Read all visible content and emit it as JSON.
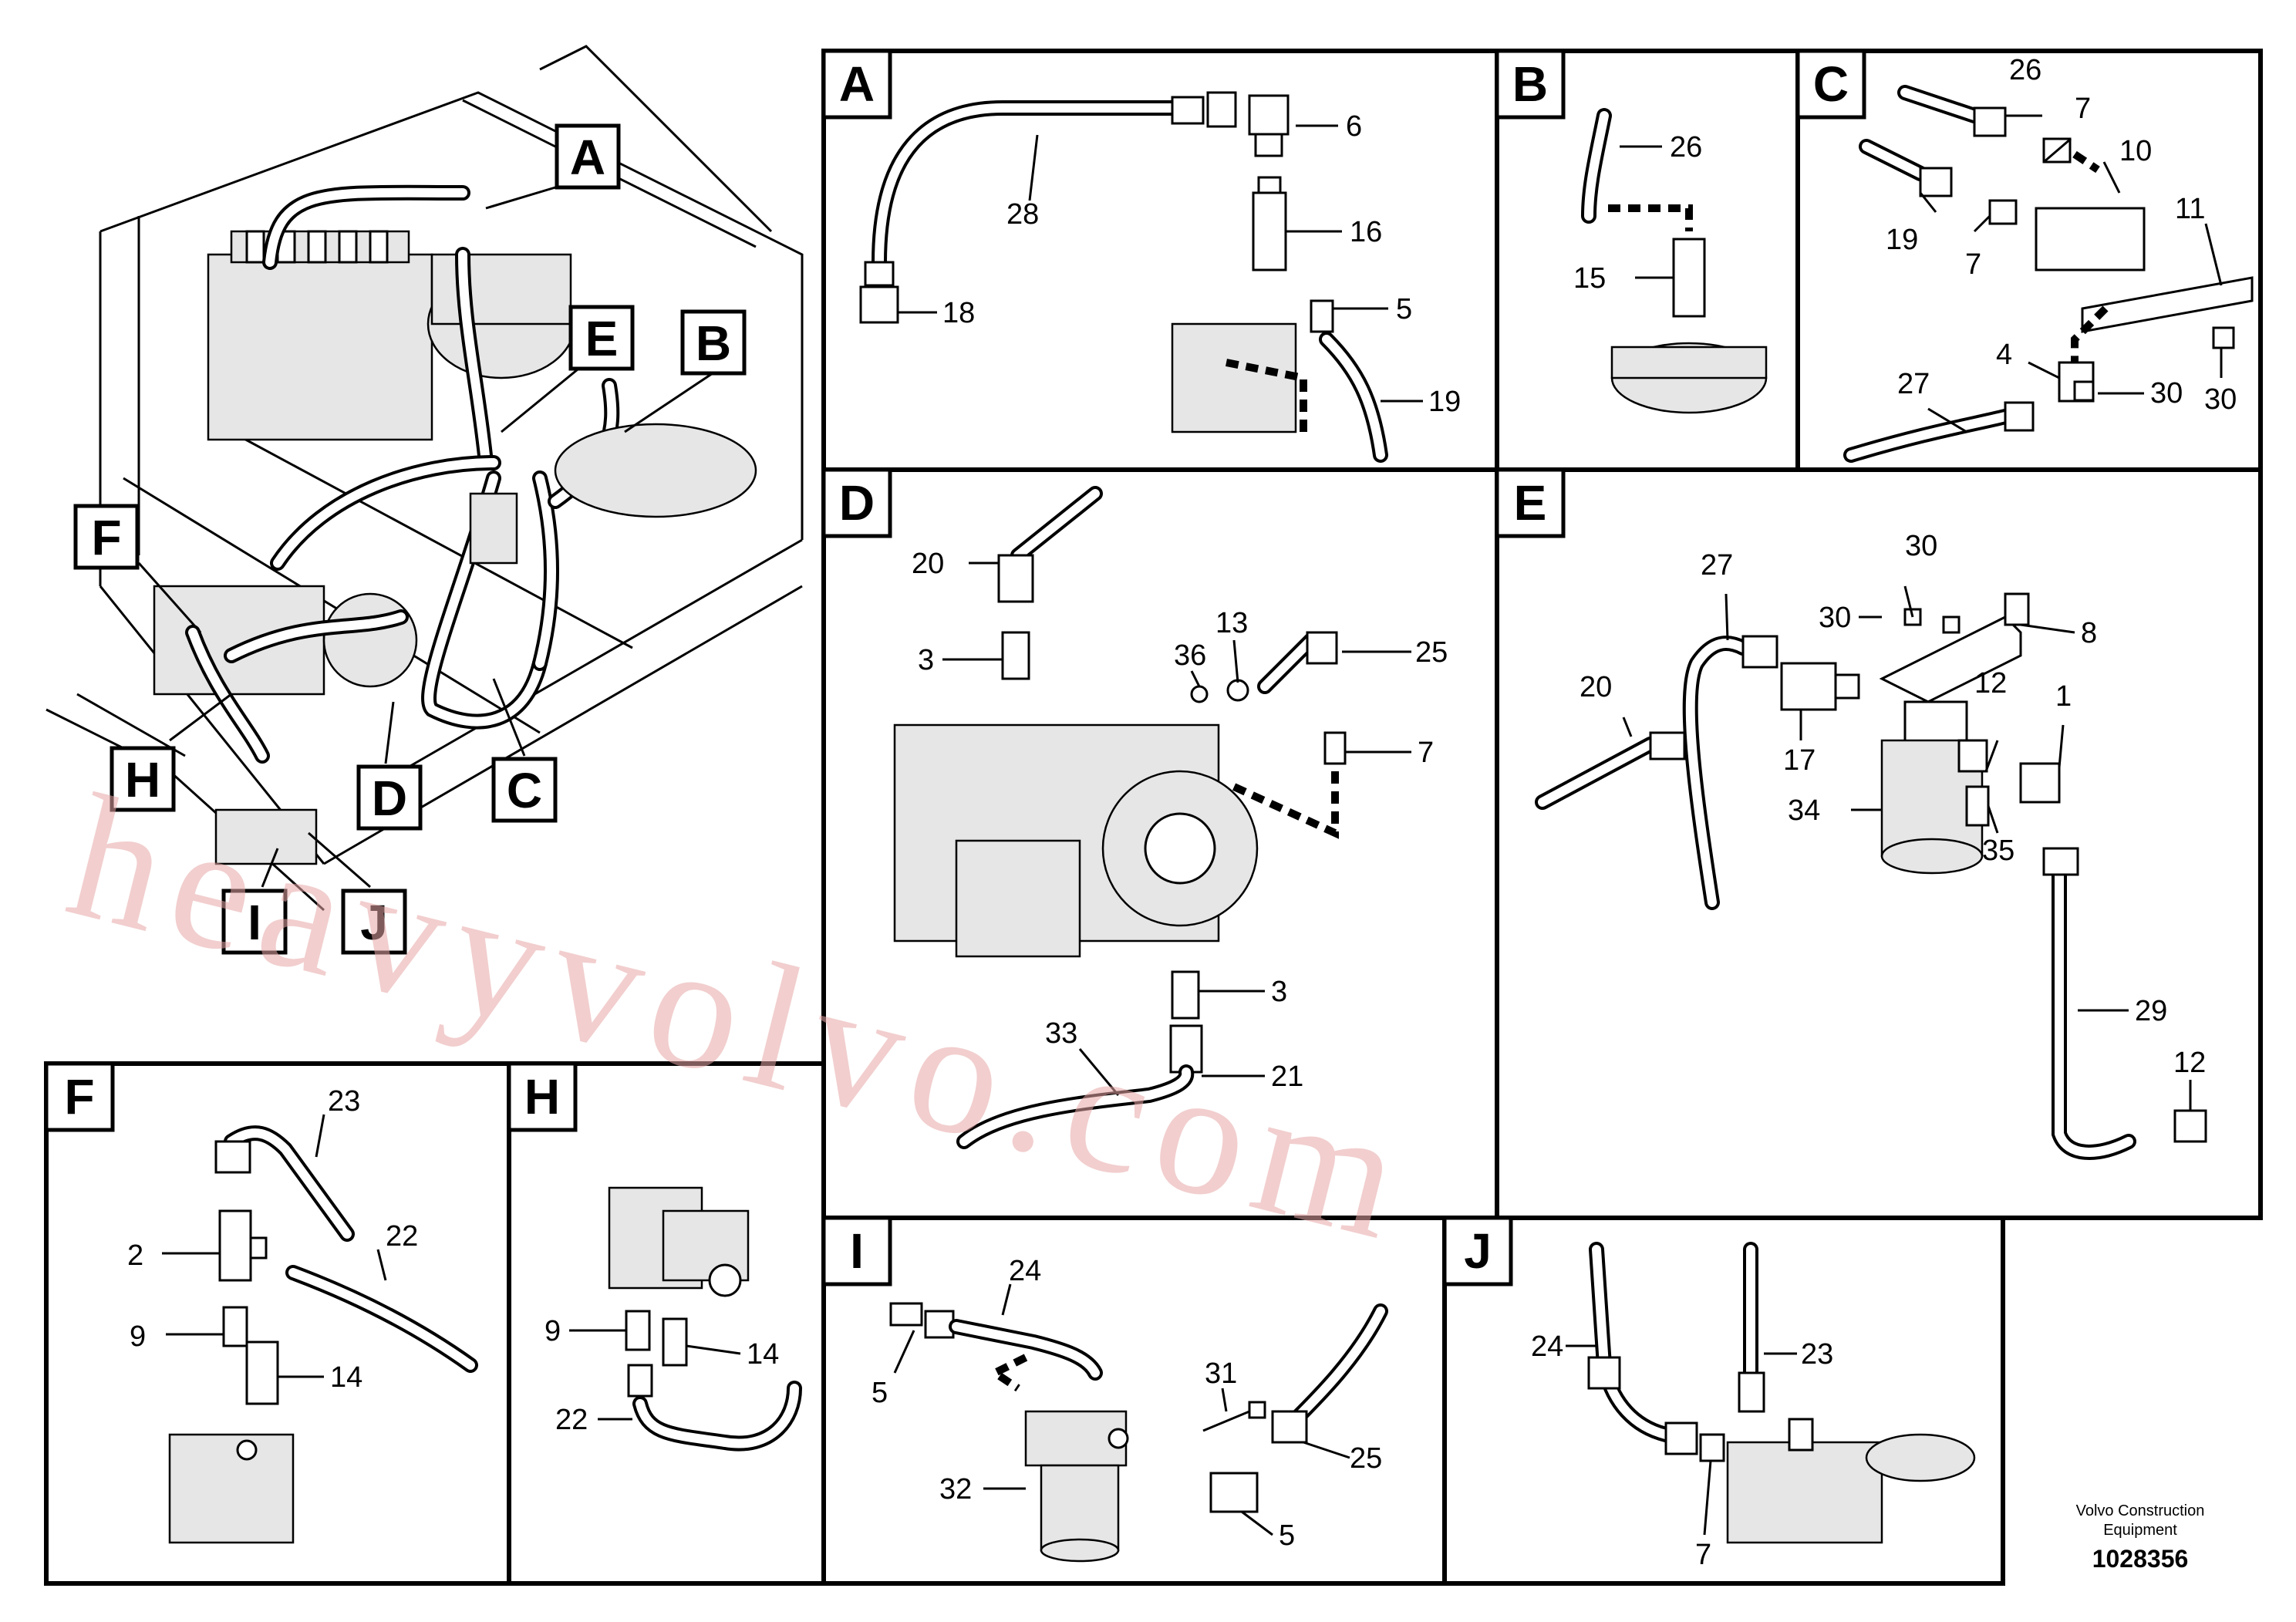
{
  "panels": {
    "A": {
      "letter": "A",
      "callouts": [
        "6",
        "28",
        "16",
        "18",
        "5",
        "19"
      ]
    },
    "B": {
      "letter": "B",
      "callouts": [
        "26",
        "15"
      ]
    },
    "C": {
      "letter": "C",
      "callouts": [
        "26",
        "7",
        "10",
        "11",
        "19",
        "7",
        "4",
        "27",
        "30",
        "30"
      ]
    },
    "D": {
      "letter": "D",
      "callouts": [
        "20",
        "3",
        "13",
        "36",
        "25",
        "7",
        "3",
        "33",
        "21"
      ]
    },
    "E": {
      "letter": "E",
      "callouts": [
        "30",
        "27",
        "30",
        "8",
        "20",
        "12",
        "1",
        "17",
        "34",
        "35",
        "29",
        "12"
      ]
    },
    "F": {
      "letter": "F",
      "callouts": [
        "23",
        "22",
        "2",
        "9",
        "14"
      ]
    },
    "H": {
      "letter": "H",
      "callouts": [
        "9",
        "14",
        "22"
      ]
    },
    "I": {
      "letter": "I",
      "callouts": [
        "24",
        "5",
        "31",
        "25",
        "32",
        "5"
      ]
    },
    "J": {
      "letter": "J",
      "callouts": [
        "24",
        "23",
        "7"
      ]
    }
  },
  "overview": {
    "labels": [
      "A",
      "E",
      "B",
      "F",
      "H",
      "D",
      "C",
      "I",
      "J"
    ]
  },
  "footer": {
    "company_line1": "Volvo Construction",
    "company_line2": "Equipment",
    "part_number": "1028356"
  },
  "watermark": "heavyvolvo.com"
}
